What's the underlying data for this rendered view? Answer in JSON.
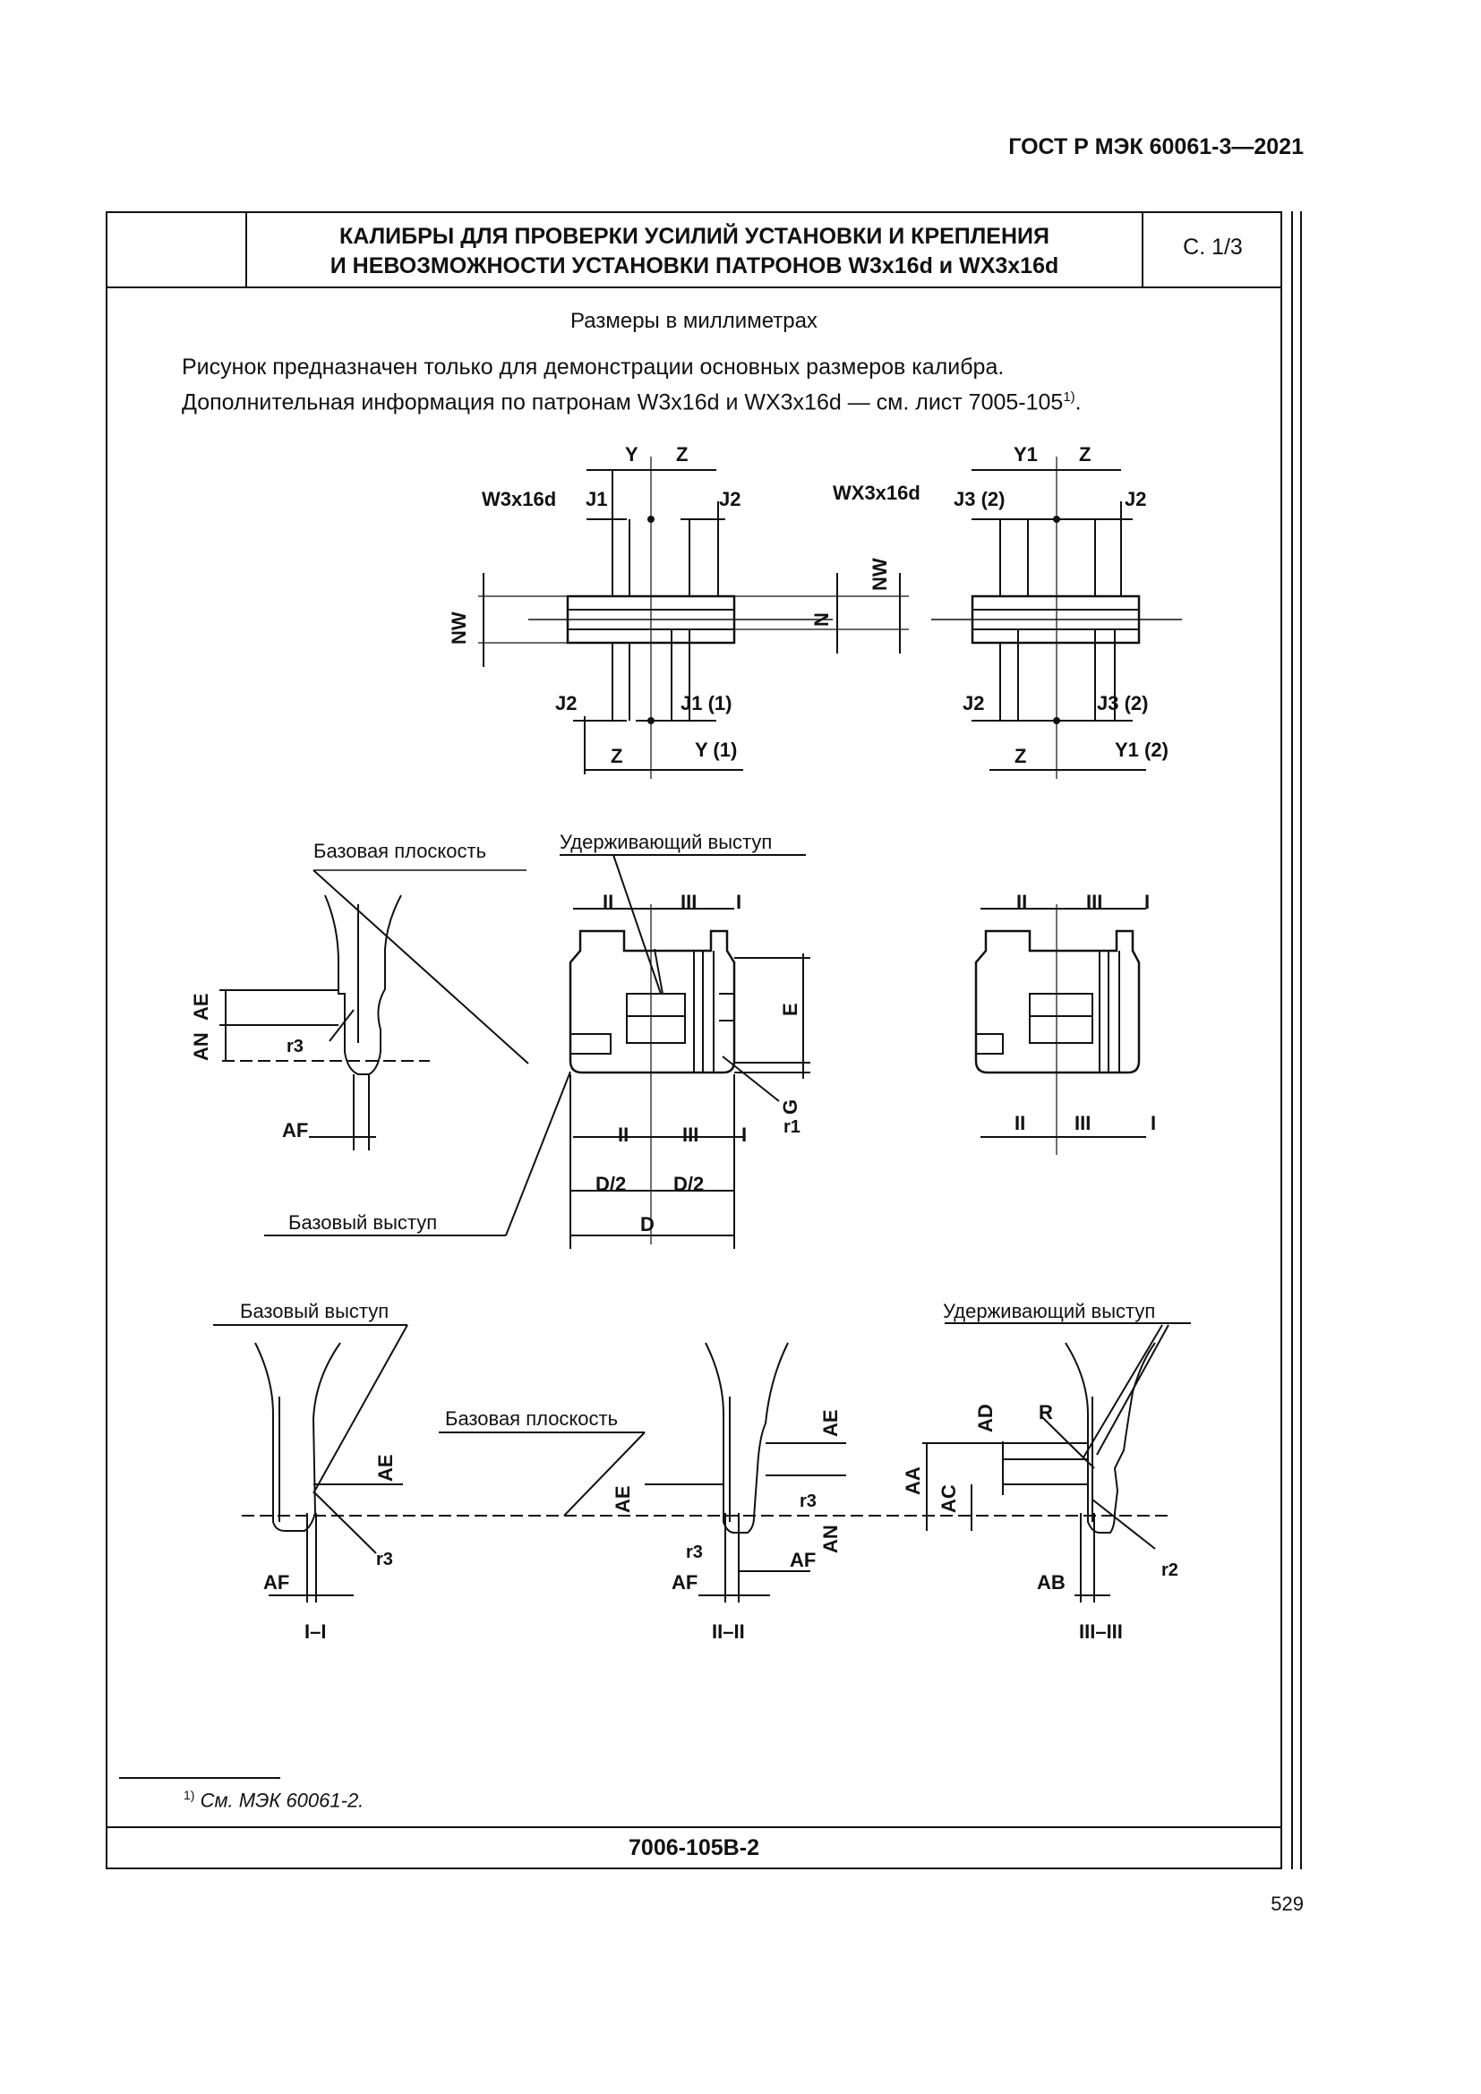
{
  "header": {
    "standard": "ГОСТ Р МЭК 60061-3—2021"
  },
  "title_block": {
    "title_line1": "КАЛИБРЫ ДЛЯ ПРОВЕРКИ УСИЛИЙ УСТАНОВКИ И КРЕПЛЕНИЯ",
    "title_line2": "И НЕВОЗМОЖНОСТИ УСТАНОВКИ ПАТРОНОВ W3x16d и WX3x16d",
    "page_ref": "С. 1/3"
  },
  "body": {
    "dims_note": "Размеры в миллиметрах",
    "intro_line1": "Рисунок предназначен только для демонстрации основных размеров калибра.",
    "intro_line2": "Дополнительная информация по патронам W3x16d и WX3x16d — см. лист 7005-105",
    "intro_line2_sup": "1)",
    "intro_line2_end": "."
  },
  "drawing_labels": {
    "w3_name": "W3x16d",
    "wx3_name": "WX3x16d",
    "Y": "Y",
    "Z": "Z",
    "J1": "J1",
    "J2": "J2",
    "J3_2": "J3 (2)",
    "J1_1": "J1 (1)",
    "J3_2b": "J3 (2)",
    "Y_1": "Y (1)",
    "Y1": "Y1",
    "Y1_2": "Y1 (2)",
    "NW": "NW",
    "N": "N",
    "base_plane": "Базовая плоскость",
    "retaining_boss": "Удерживающий выступ",
    "base_boss": "Базовый выступ",
    "I": "I",
    "II": "II",
    "III": "III",
    "E": "E",
    "G": "G",
    "r1": "r1",
    "r2": "r2",
    "r3": "r3",
    "D": "D",
    "D2": "D/2",
    "AN": "AN",
    "AE": "AE",
    "AF": "AF",
    "AD": "AD",
    "AA": "AA",
    "AC": "AC",
    "AB": "AB",
    "R": "R",
    "sec1": "I–I",
    "sec2": "II–II",
    "sec3": "III–III"
  },
  "footnote": {
    "mark": "1)",
    "text": "См. МЭК 60061-2."
  },
  "footer": {
    "sheet_code": "7006-105B-2",
    "page_number": "529"
  }
}
